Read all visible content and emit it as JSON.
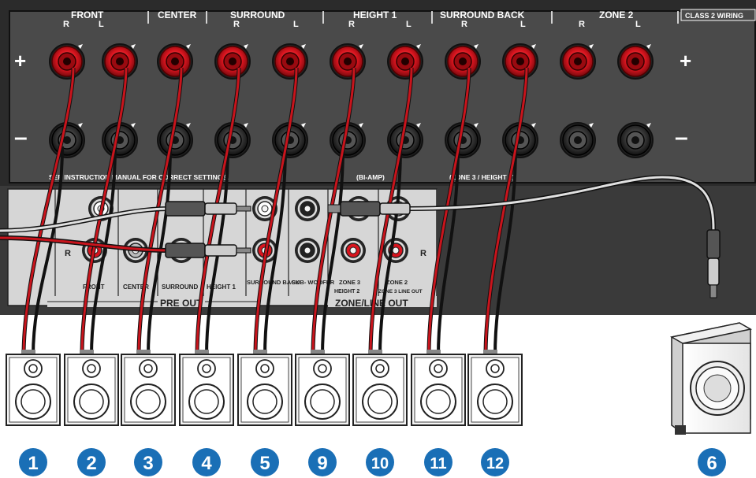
{
  "panel": {
    "class2_label": "CLASS 2 WIRING",
    "plus_sign": "+",
    "minus_sign": "–",
    "groups": [
      {
        "name": "FRONT",
        "r": "R",
        "l": "L"
      },
      {
        "name": "CENTER",
        "r": "",
        "l": ""
      },
      {
        "name": "SURROUND",
        "r": "R",
        "l": "L"
      },
      {
        "name": "HEIGHT 1",
        "r": "R",
        "l": "L"
      },
      {
        "name": "SURROUND BACK",
        "r": "R",
        "l": "L"
      },
      {
        "name": "ZONE 2",
        "r": "R",
        "l": "L"
      }
    ],
    "bottom_notes": {
      "instruction": "SEE INSTRUCTION MANUAL FOR CORRECT SETTINGS.",
      "bi_amp": "(BI-AMP)",
      "zone3_height2": "(ZONE 3 / HEIGHT 2)"
    }
  },
  "preout": {
    "r_label": "R",
    "r_label_right": "R",
    "labels": {
      "front": "FRONT",
      "center": "CENTER",
      "surround": "SURROUND",
      "height1": "HEIGHT 1",
      "surround_back": "SURROUND BACK",
      "subwoofer": "SUB-\nWOOFER",
      "zone3": "ZONE 3",
      "zone3_sub": "HEIGHT 2",
      "zone2": "ZONE 2",
      "zone2_sub": "ZONE 3 LINE OUT"
    },
    "section_pre_out": "PRE OUT",
    "section_zone_line_out": "ZONE/LINE OUT"
  },
  "speakers": [
    {
      "number": "1"
    },
    {
      "number": "2"
    },
    {
      "number": "3"
    },
    {
      "number": "4"
    },
    {
      "number": "5"
    },
    {
      "number": "9"
    },
    {
      "number": "10"
    },
    {
      "number": "11"
    },
    {
      "number": "12"
    }
  ],
  "subwoofer": {
    "number": "6"
  },
  "colors": {
    "panel": "#4a4a4a",
    "panel_dark": "#2a2a2a",
    "preout_bg": "#d8d8d8",
    "terminal_red": "#d8141e",
    "badge_blue": "#1a6fb6",
    "wire_red": "#c8141c",
    "wire_black": "#111111"
  }
}
